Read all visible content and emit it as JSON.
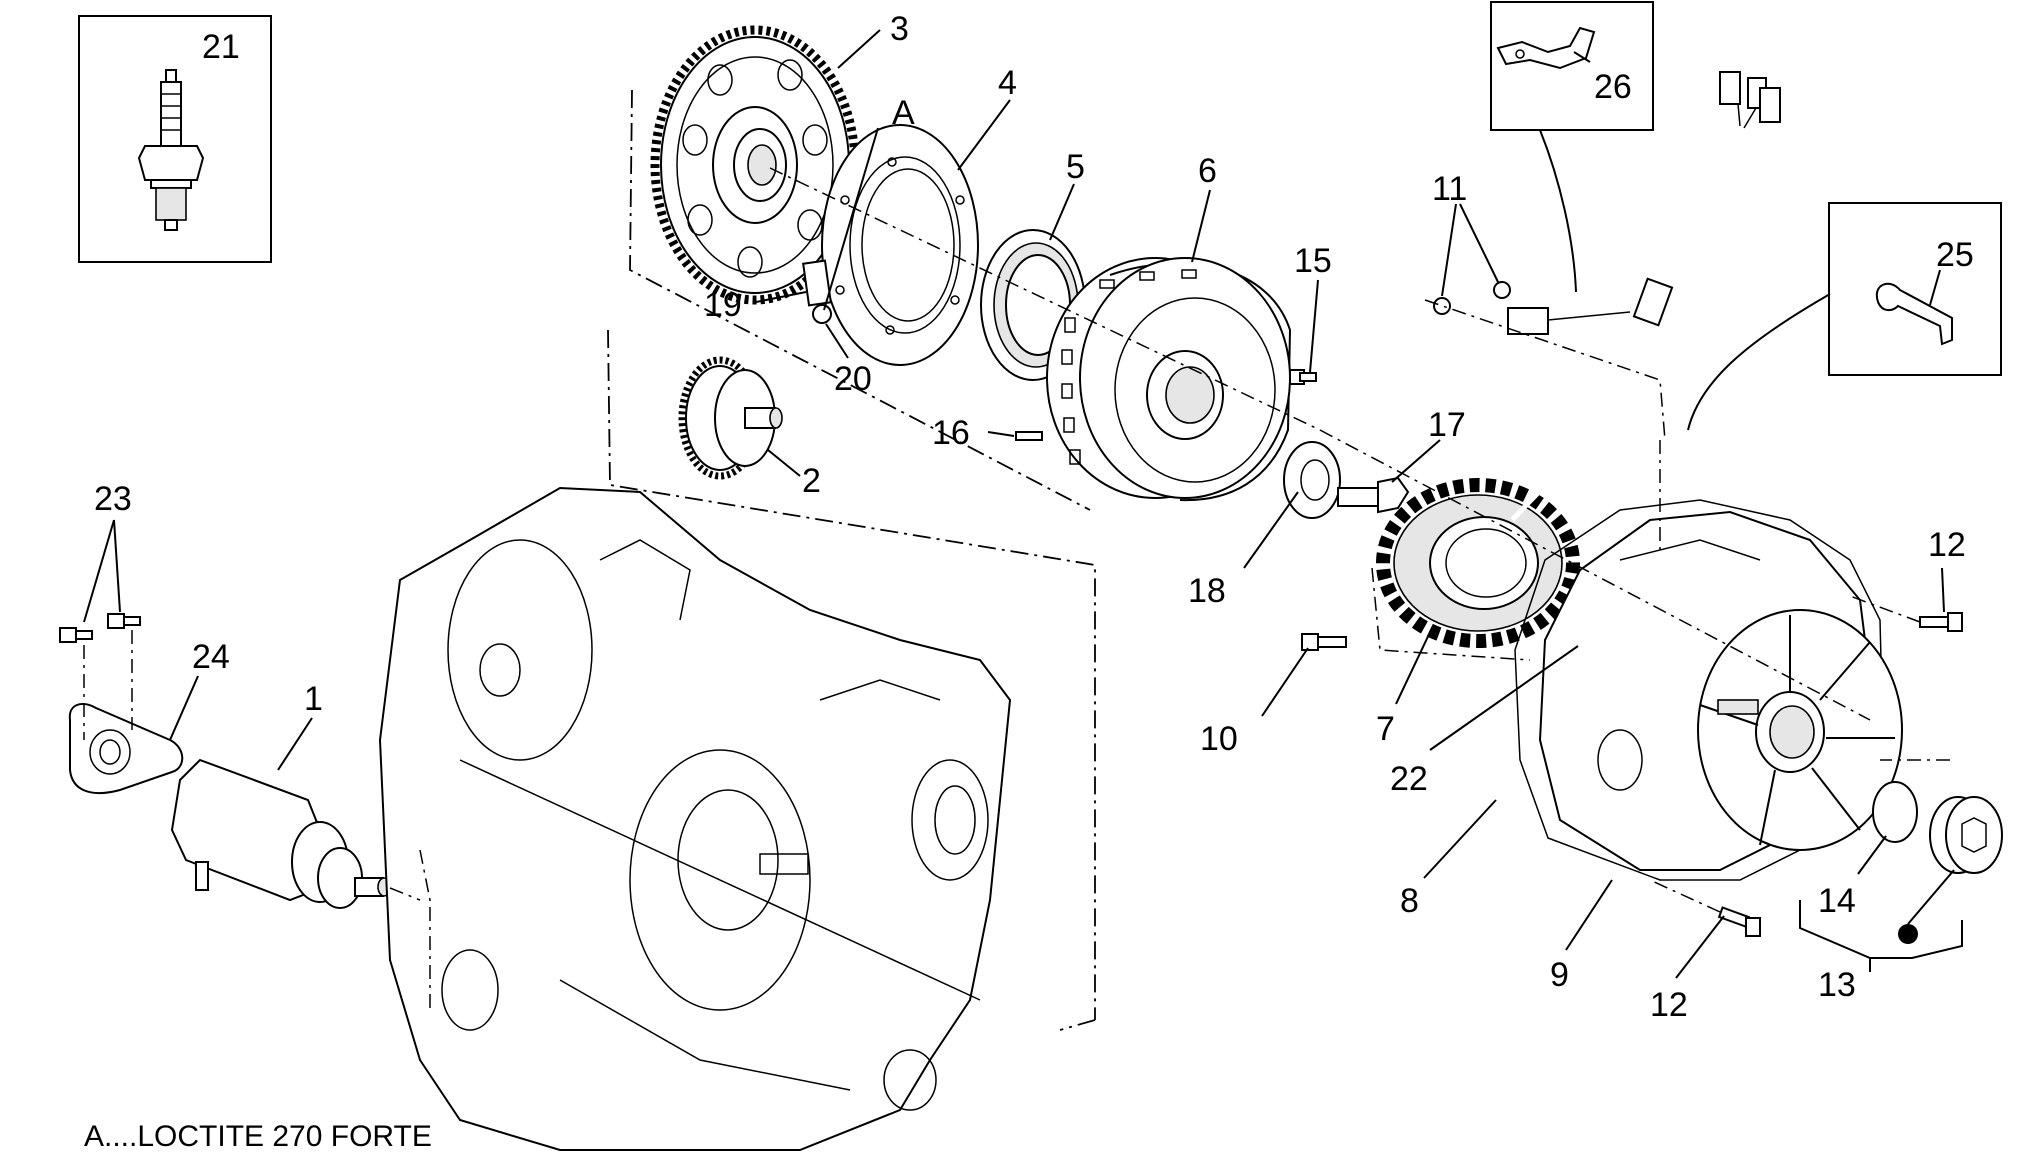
{
  "labels": {
    "p1": "1",
    "p2": "2",
    "p3": "3",
    "p4": "4",
    "p5": "5",
    "p6": "6",
    "p7": "7",
    "p8": "8",
    "p9": "9",
    "p10": "10",
    "p11": "11",
    "p12a": "12",
    "p12b": "12",
    "p13": "13",
    "p14": "14",
    "p15": "15",
    "p16": "16",
    "p17": "17",
    "p18": "18",
    "p19": "19",
    "p20": "20",
    "p21": "21",
    "p22": "22",
    "p23": "23",
    "p24": "24",
    "p25": "25",
    "p26": "26",
    "marker_a": "A"
  },
  "note": {
    "text": "A....LOCTITE 270 FORTE"
  },
  "colors": {
    "line": "#000000",
    "background": "#ffffff"
  }
}
